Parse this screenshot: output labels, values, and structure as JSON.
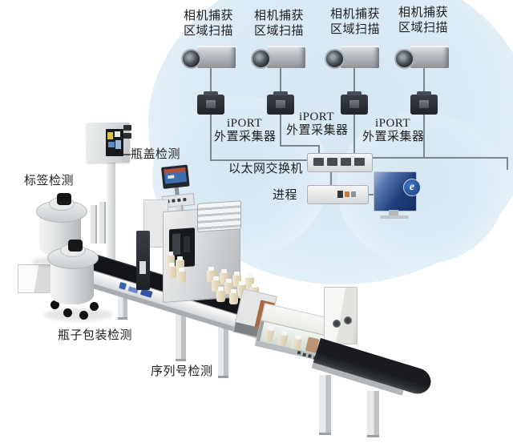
{
  "cameras": [
    {
      "line1": "相机捕获",
      "line2": "区域扫描"
    },
    {
      "line1": "相机捕获",
      "line2": "区域扫描"
    },
    {
      "line1": "相机捕获",
      "line2": "区域扫描"
    },
    {
      "line1": "相机捕获",
      "line2": "区域扫描"
    }
  ],
  "iports": [
    {
      "line1": "iPORT",
      "line2": "外置采集器"
    },
    {
      "line1": "iPORT",
      "line2": "外置采集器"
    },
    {
      "line1": "iPORT",
      "line2": "外置采集器"
    }
  ],
  "network": {
    "switch_label": "以太网交换机",
    "process_label": "进程"
  },
  "monitor": {
    "logo": "e"
  },
  "stations": {
    "cap": "瓶盖检测",
    "label": "标签检测",
    "package": "瓶子包装检测",
    "serial": "序列号检测"
  },
  "colors": {
    "cloud": "#d9e9f3",
    "monitor_blue": "#1d3d7a",
    "logo_blue": "#2e62b0",
    "belt_black": "#141518",
    "machine_gray": "#d5d8da",
    "orange_panel": "#a96a42",
    "bottle_cream": "#e5d9bd"
  }
}
